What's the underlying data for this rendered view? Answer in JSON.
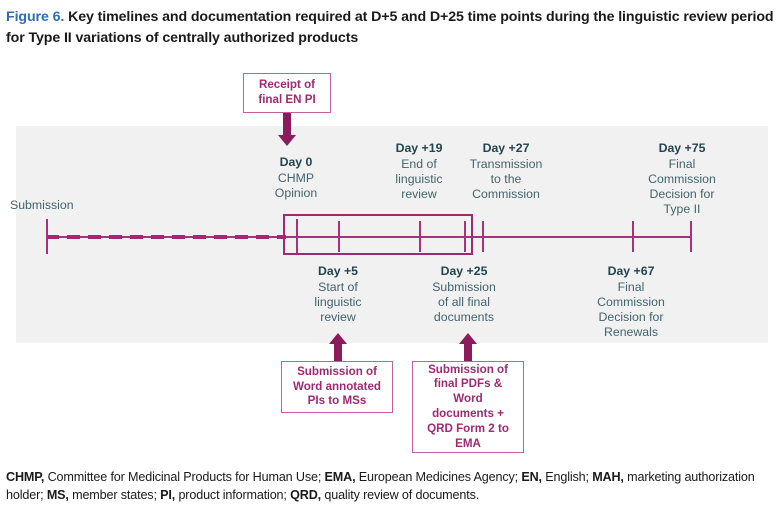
{
  "title": {
    "figure_number": "Figure 6.",
    "text": "Key timelines and documentation required at D+5 and D+25 time points during the linguistic review period for Type II variations of centrally authorized products",
    "accent_color": "#2e6db4"
  },
  "colors": {
    "panel_background": "#f1f1f1",
    "timeline": "#a8307c",
    "callout_border": "#c25fa0",
    "callout_text": "#9e2a72",
    "arrow": "#8c1b5e",
    "label_day": "#24454f",
    "label_desc": "#42646d"
  },
  "timeline": {
    "start_label": "Submission",
    "milestones_above": [
      {
        "day": "Day 0",
        "desc": "CHMP\nOpinion"
      },
      {
        "day": "Day +19",
        "desc": "End of\nlinguistic\nreview"
      },
      {
        "day": "Day +27",
        "desc": "Transmission\nto the\nCommission"
      },
      {
        "day": "Day +75",
        "desc": "Final\nCommission\nDecision for\nType II"
      }
    ],
    "milestones_below": [
      {
        "day": "Day +5",
        "desc": "Start of\nlinguistic\nreview"
      },
      {
        "day": "Day +25",
        "desc": "Submission\nof all final\ndocuments"
      },
      {
        "day": "Day +67",
        "desc": "Final\nCommission\nDecision for\nRenewals"
      }
    ]
  },
  "callouts": {
    "top": "Receipt of\nfinal EN PI",
    "bottom_left": "Submission of\nWord annotated\nPIs to MSs",
    "bottom_right": "Submission of\nfinal PDFs &\nWord\ndocuments +\nQRD Form 2 to\nEMA"
  },
  "footnote": {
    "parts": [
      {
        "bold": "CHMP,",
        "text": " Committee for Medicinal Products for Human Use; "
      },
      {
        "bold": "EMA,",
        "text": " European Medicines Agency; "
      },
      {
        "bold": "EN,",
        "text": " English; "
      },
      {
        "bold": "MAH,",
        "text": " marketing authorization holder; "
      },
      {
        "bold": "MS,",
        "text": " member states; "
      },
      {
        "bold": "PI,",
        "text": " product information; "
      },
      {
        "bold": "QRD,",
        "text": " quality review of documents."
      }
    ]
  }
}
